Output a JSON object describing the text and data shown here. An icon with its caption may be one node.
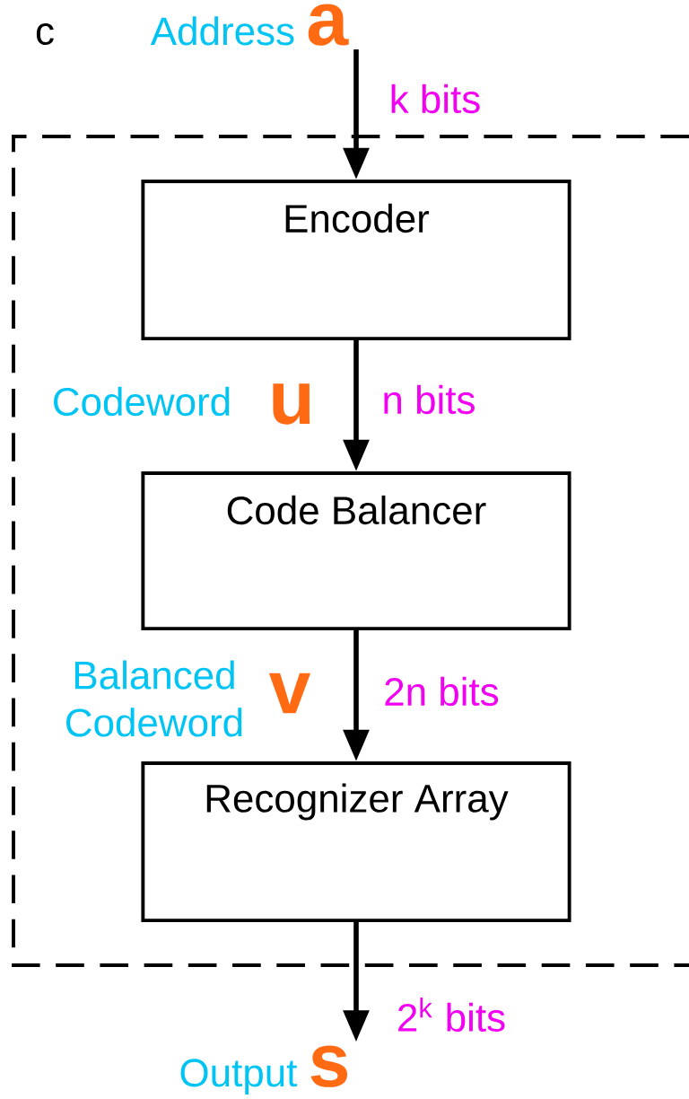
{
  "diagram": {
    "nodes": [
      {
        "text": [],
        "shape": "box"
      },
      {
        "text": [
          "Encoder"
        ],
        "in": 0
      },
      {
        "text": [
          "Code Balancer"
        ],
        "in": 0
      },
      {
        "text": [
          "Recognizer Array"
        ],
        "in": 0
      },
      {
        "text": [
          "Address",
          "a"
        ]
      },
      {
        "text": [
          "Output",
          "s"
        ]
      }
    ],
    "edges": [
      {
        "from": 4,
        "to": 1,
        "arrow": "to",
        "label": "k bits"
      },
      {
        "from": 1,
        "to": 2,
        "arrow": "to",
        "label": "n bits"
      },
      {
        "from": 2,
        "to": 3,
        "arrow": "to",
        "label": "2n bits"
      },
      {
        "from": 3,
        "to": 5,
        "arrow": "to",
        "label": "2$^{k}$ bits"
      }
    ],
    "labels": [
      "c",
      "Codeword",
      "u",
      "Balanced Codeword",
      "v"
    ]
  }
}
